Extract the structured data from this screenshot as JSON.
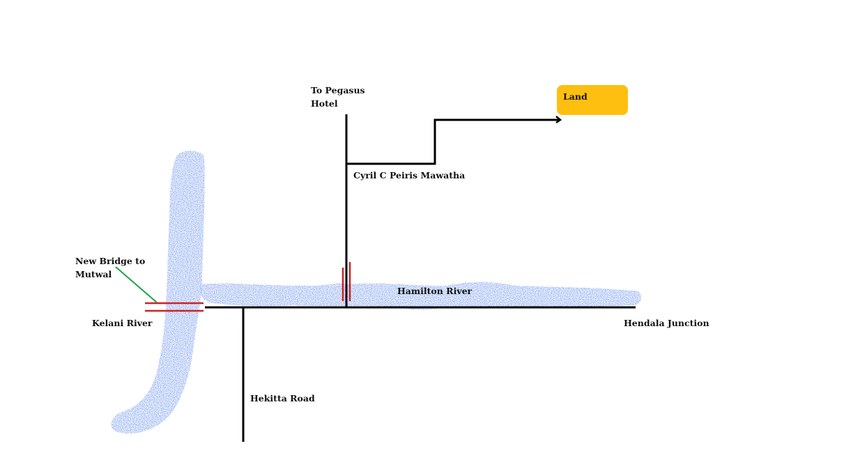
{
  "colors": {
    "river": "#4a6fe0",
    "road": "#000000",
    "land": "#ffbf10",
    "bridge": "#d42020",
    "pointer": "#1aa34a"
  },
  "labels": {
    "pegasus_line1": "To Pegasus",
    "pegasus_line2": "Hotel",
    "land": "Land",
    "cyril": "Cyril C Peiris Mawatha",
    "new_bridge_line1": "New Bridge to",
    "new_bridge_line2": "Mutwal",
    "hamilton": "Hamilton River",
    "kelani": "Kelani River",
    "hendala": "Hendala Junction",
    "hekitta": "Hekitta Road"
  }
}
